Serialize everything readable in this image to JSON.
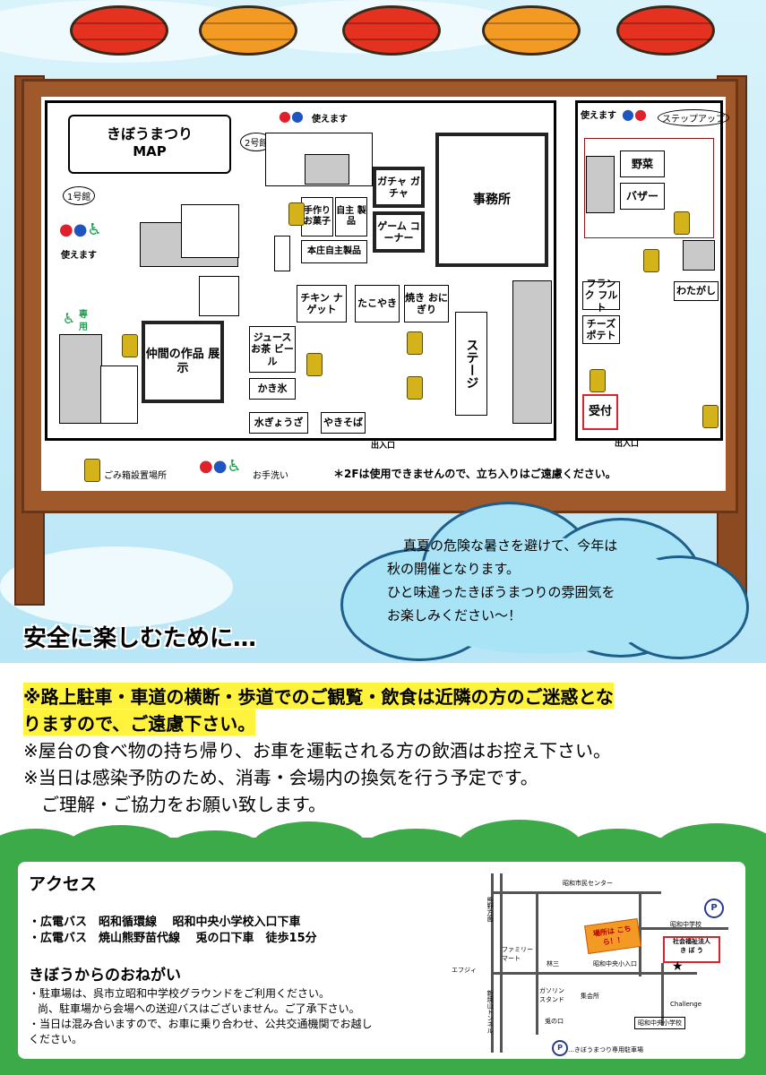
{
  "map": {
    "title_line1": "きぼうまつり",
    "title_line2": "MAP",
    "bldg1": "1号館",
    "bldg2": "2号館",
    "usable": "使えます",
    "exclusive_line1": "専",
    "exclusive_line2": "用",
    "booths": {
      "handmade": "手作り お菓子",
      "own_products": "自主 製品",
      "honjo": "本庄自主製品",
      "gacha": "ガチャ ガチャ",
      "game": "ゲーム コーナー",
      "office": "事務所",
      "chicken": "チキン ナゲット",
      "takoyaki": "たこやき",
      "yakionigiri": "焼き おにぎり",
      "stage": "ステージ",
      "works": "仲間の作品 展示",
      "juice": "ジュース お茶 ビール",
      "kakigori": "かき氷",
      "gyoza": "水ぎょうざ",
      "yakisoba": "やきそば",
      "vegetables": "野菜",
      "bazaar": "バザー",
      "frankfurt": "フランク フルト",
      "cotton_candy": "わたがし",
      "cheese_potato": "チーズ ポテト",
      "reception": "受付",
      "step_up": "ステップアップ"
    },
    "entrance": "出入口",
    "legend_bin": "ごみ箱設置場所",
    "legend_toilet": "お手洗い",
    "note_2f": "＊2Fは使用できませんので、立ち入りはご遠慮ください。"
  },
  "cloud": {
    "line1": "真夏の危険な暑さを避けて、今年は",
    "line2": "秋の開催となります。",
    "line3": "ひと味違ったきぼうまつりの雰囲気を",
    "line4": "お楽しみください～！"
  },
  "safety": {
    "heading": "安全に楽しむために…",
    "notice1_line1": "※路上駐車・車道の横断・歩道でのご観覧・飲食は近隣の方のご迷惑とな",
    "notice1_line2": "りますので、ご遠慮下さい。",
    "notice2": "※屋台の食べ物の持ち帰り、お車を運転される方の飲酒はお控え下さい。",
    "notice3": "※当日は感染予防のため、消毒・会場内の換気を行う予定です。",
    "notice4": "ご理解・ご協力をお願い致します。"
  },
  "access": {
    "heading": "アクセス",
    "bus1": "・広電バス　昭和循環線　 昭和中央小学校入口下車",
    "bus2": "・広電バス　焼山熊野苗代線　 兎の口下車　徒歩15分",
    "request_heading": "きぼうからのおねがい",
    "req1": "・駐車場は、呉市立昭和中学校グラウンドをご利用ください。",
    "req2": "尚、駐車場から会場への送迎バスはございません。ご了承下さい。",
    "req3": "・当日は混み合いますので、お車に乗り合わせ、公共交通機関でお越し",
    "req4": "ください。"
  },
  "access_map": {
    "civic_center": "昭和市民センター",
    "kumano": "熊野方面",
    "family_mart": "ファミリー マート",
    "efuji": "エフジィ",
    "tunnel": "新焼山トンネル",
    "gas_stand": "ガソリン スタンド",
    "hayashi": "林三",
    "shuukaijo": "集会所",
    "usagi": "兎の口",
    "junior_high": "昭和中学校",
    "elem_entrance": "昭和中央小入口",
    "elem_school": "昭和中央小学校",
    "here": "場所は こちら！！",
    "kibou_line1": "社会福祉法人",
    "kibou_line2": "き ぼ う",
    "challenge": "Challenge",
    "parking_letter": "P",
    "parking_note": "…きぼうまつり専用駐車場"
  }
}
